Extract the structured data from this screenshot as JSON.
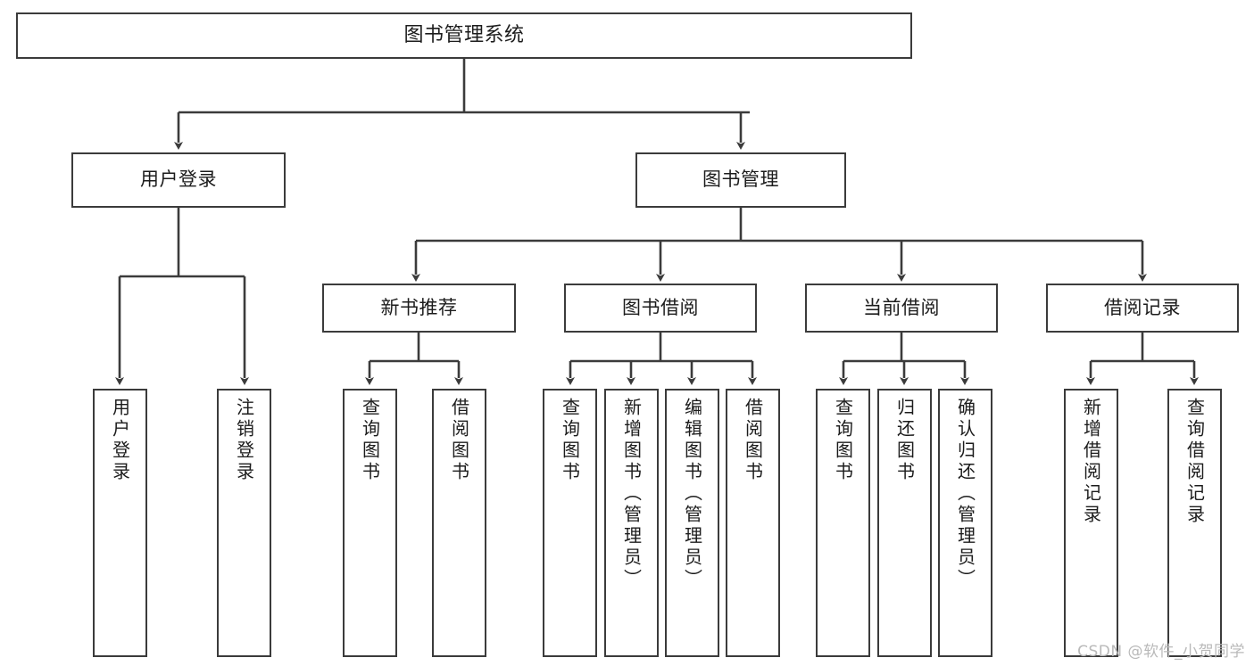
{
  "diagram": {
    "title": "图书管理系统",
    "watermark": "CSDN @软件_小贺同学",
    "line_color": "#3b3b3b",
    "background_color": "#ffffff",
    "text_color": "#1c1c1c"
  },
  "nodes": {
    "root": {
      "label": "图书管理系统"
    },
    "level2": [
      {
        "label": "用户登录"
      },
      {
        "label": "图书管理"
      }
    ],
    "level3": [
      {
        "label": "新书推荐"
      },
      {
        "label": "图书借阅"
      },
      {
        "label": "当前借阅"
      },
      {
        "label": "借阅记录"
      }
    ],
    "leaves": {
      "user_login": [
        {
          "label": "用户登录"
        },
        {
          "label": "注销登录"
        }
      ],
      "new_book_recommend": [
        {
          "label": "查询图书"
        },
        {
          "label": "借阅图书"
        }
      ],
      "book_borrow": [
        {
          "label": "查询图书"
        },
        {
          "label": "新增图书（管理员）"
        },
        {
          "label": "编辑图书（管理员）"
        },
        {
          "label": "借阅图书"
        }
      ],
      "current_borrow": [
        {
          "label": "查询图书"
        },
        {
          "label": "归还图书"
        },
        {
          "label": "确认归还（管理员）"
        }
      ],
      "borrow_record": [
        {
          "label": "新增借阅记录"
        },
        {
          "label": "查询借阅记录"
        }
      ]
    }
  }
}
